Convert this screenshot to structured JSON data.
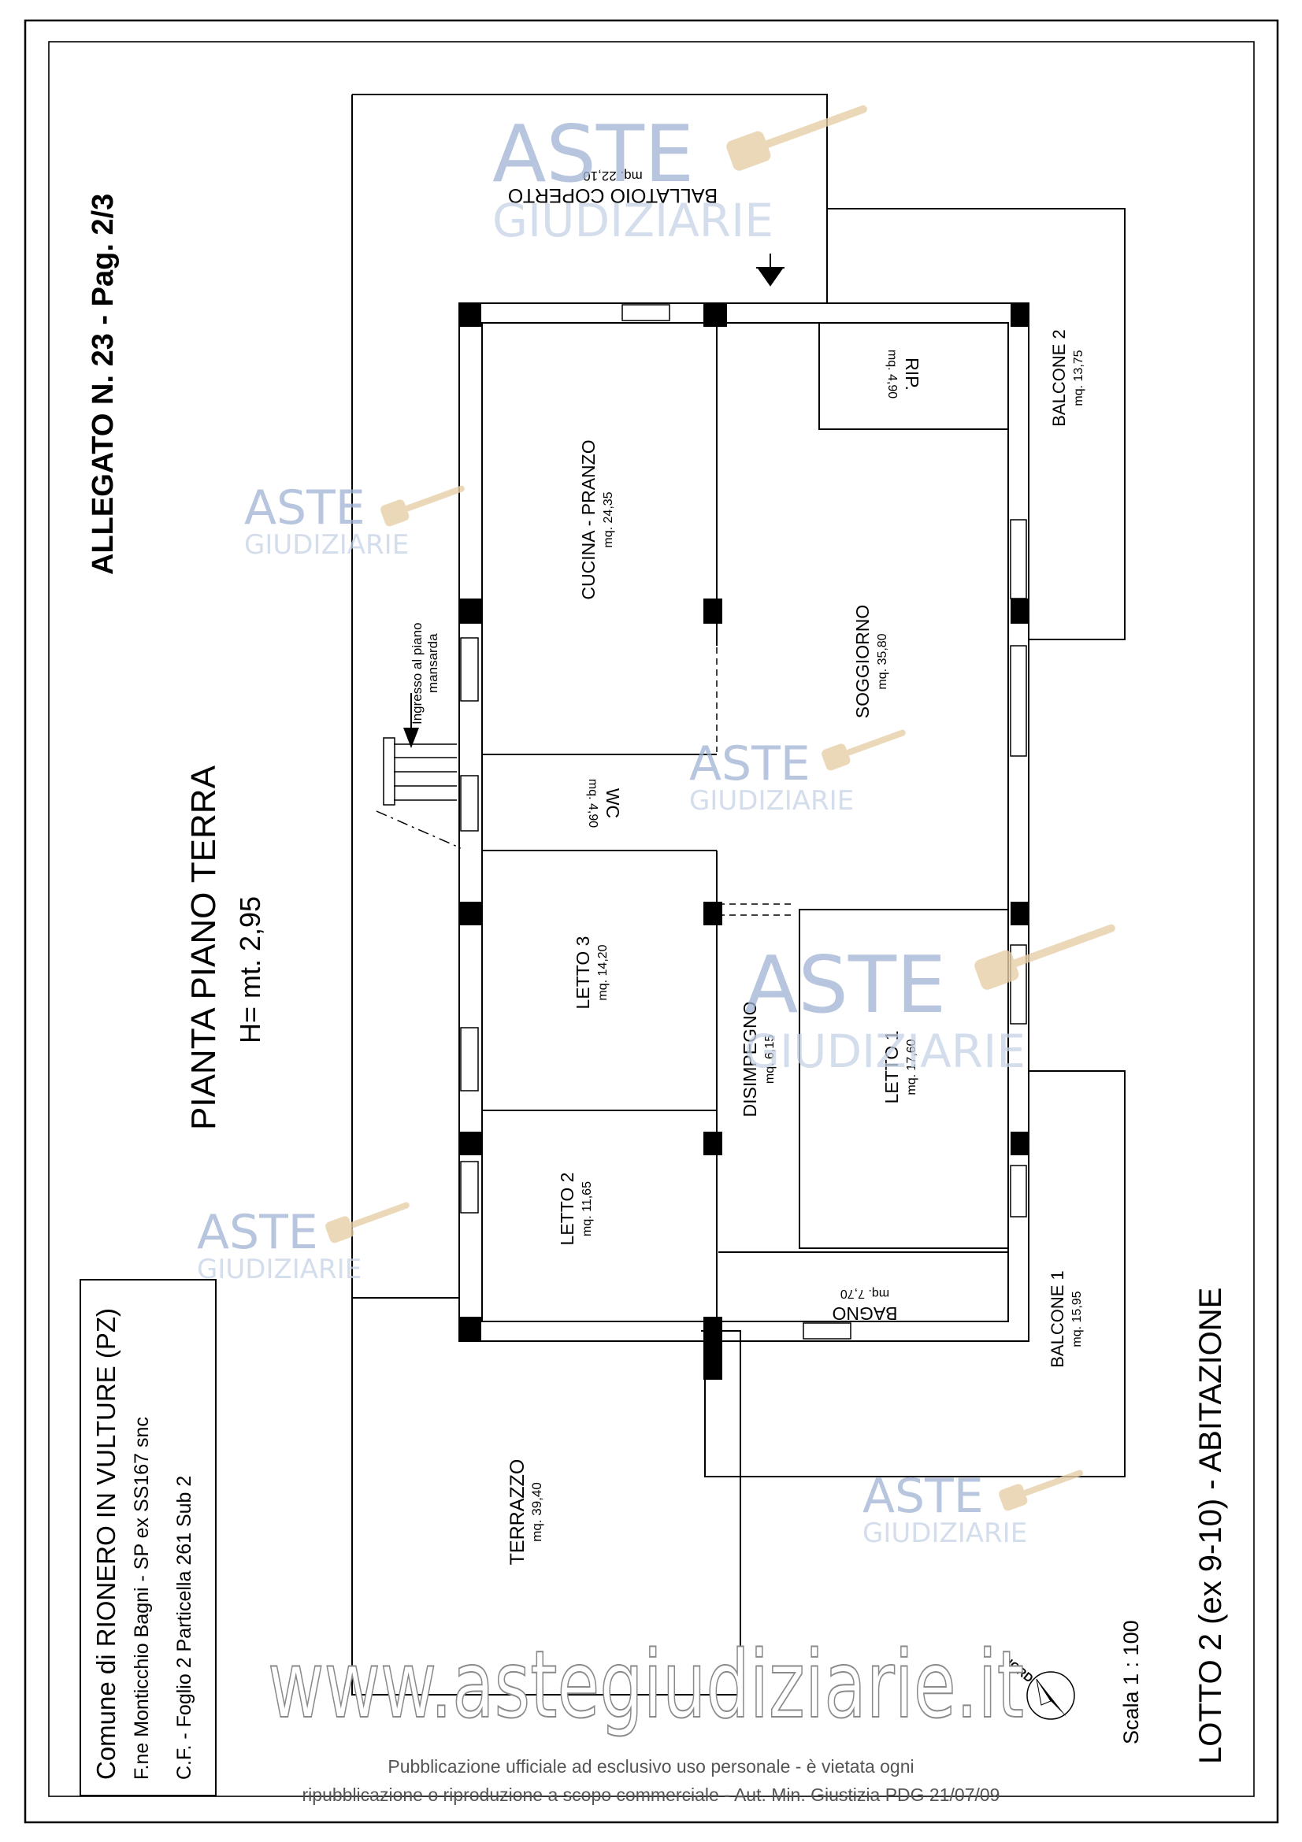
{
  "header": {
    "allegato": "ALLEGATO N. 23 - Pag. 2/3",
    "lotto": "LOTTO 2 (ex 9-10) - ABITAZIONE"
  },
  "plan": {
    "title": "PIANTA PIANO TERRA",
    "height": "H= mt. 2,95",
    "scale": "Scala 1 : 100",
    "north": "NORD",
    "entrance_note_1": "Ingresso al piano",
    "entrance_note_2": "mansarda"
  },
  "rooms": {
    "ballatoio": {
      "name": "BALLATOIO COPERTO",
      "area": "mq. 22,10"
    },
    "cucina": {
      "name": "CUCINA - PRANZO",
      "area": "mq. 24,35"
    },
    "rip": {
      "name": "RIP.",
      "area": "mq. 4,90"
    },
    "balcone2": {
      "name": "BALCONE 2",
      "area": "mq. 13,75"
    },
    "soggiorno": {
      "name": "SOGGIORNO",
      "area": "mq. 35,80"
    },
    "wc": {
      "name": "WC",
      "area": "mq. 4,90"
    },
    "letto3": {
      "name": "LETTO 3",
      "area": "mq. 14,20"
    },
    "disimpegno": {
      "name": "DISIMPEGNO",
      "area": "mq. 6,15"
    },
    "letto1": {
      "name": "LETTO 1",
      "area": "mq. 17,60"
    },
    "letto2": {
      "name": "LETTO 2",
      "area": "mq. 11,65"
    },
    "bagno": {
      "name": "BAGNO",
      "area": "mq. 7,70"
    },
    "balcone1": {
      "name": "BALCONE 1",
      "area": "mq. 15,95"
    },
    "terrazzo": {
      "name": "TERRAZZO",
      "area": "mq. 39,40"
    }
  },
  "info_box": {
    "line1": "Comune di RIONERO IN VULTURE (PZ)",
    "line2": "F.ne Monticchio Bagni - SP ex SS167 snc",
    "line3": "C.F. - Foglio 2 Particella 261 Sub 2"
  },
  "watermark": {
    "brand_top": "ASTE",
    "brand_bottom": "GIUDIZIARIE",
    "url": "www.astegiudiziarie.it"
  },
  "footer": {
    "line1": "Pubblicazione ufficiale ad esclusivo uso personale - è vietata ogni",
    "line2": "ripubblicazione o riproduzione a scopo commerciale - Aut. Min. Giustizia PDG 21/07/09"
  },
  "colors": {
    "watermark_blue": "#9fb3d3",
    "watermark_gold": "#e6cfa8",
    "footer_gray": "#555555"
  }
}
